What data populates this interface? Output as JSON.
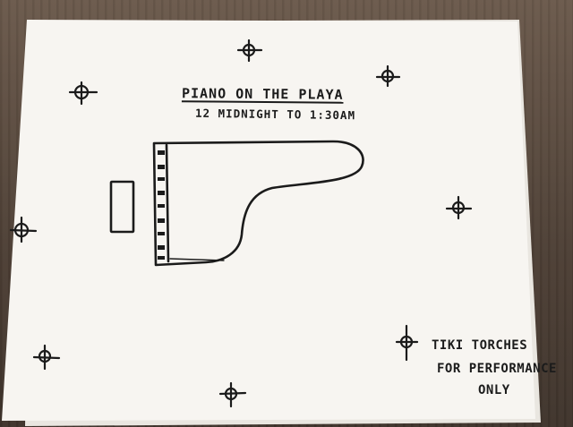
{
  "drawing": {
    "title": "PIANO ON THE PLAYA",
    "subtitle": "12 MIDNIGHT TO 1:30AM",
    "note_lines": [
      "TIKI TORCHES",
      "FOR PERFORMANCE",
      "ONLY"
    ]
  },
  "colors": {
    "ink": "#1b1b1b",
    "paper": "#f7f5f1",
    "table": "#5a4a3e"
  }
}
